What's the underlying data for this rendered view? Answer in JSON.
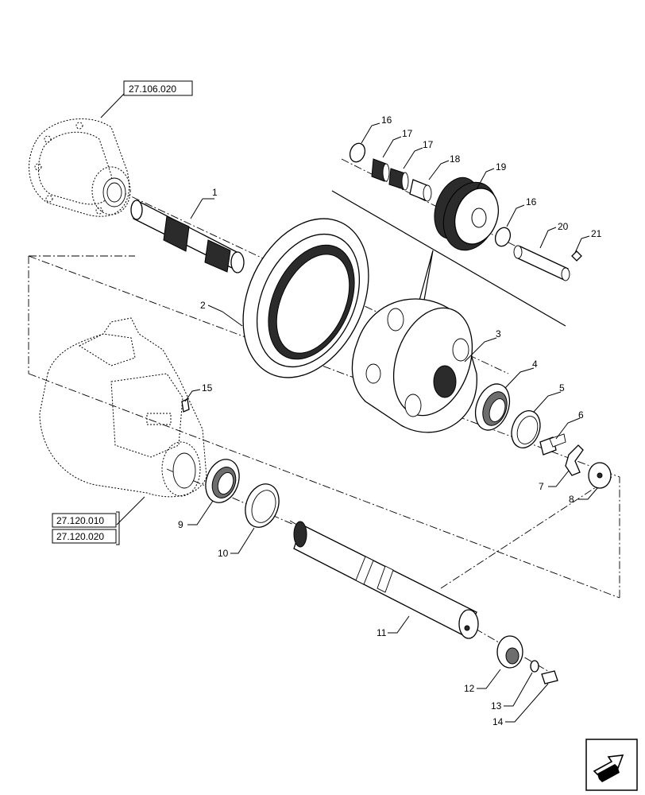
{
  "references": {
    "top": "27.106.020",
    "bottom_1": "27.120.010",
    "bottom_2": "27.120.020"
  },
  "callouts": {
    "c1": "1",
    "c2": "2",
    "c3": "3",
    "c4": "4",
    "c5": "5",
    "c6": "6",
    "c7": "7",
    "c8": "8",
    "c9": "9",
    "c10": "10",
    "c11": "11",
    "c12": "12",
    "c13": "13",
    "c14": "14",
    "c15": "15",
    "c16a": "16",
    "c16b": "16",
    "c17a": "17",
    "c17b": "17",
    "c18": "18",
    "c19": "19",
    "c20": "20",
    "c21": "21"
  },
  "icons": {
    "nav": "next-page-arrow-icon"
  }
}
